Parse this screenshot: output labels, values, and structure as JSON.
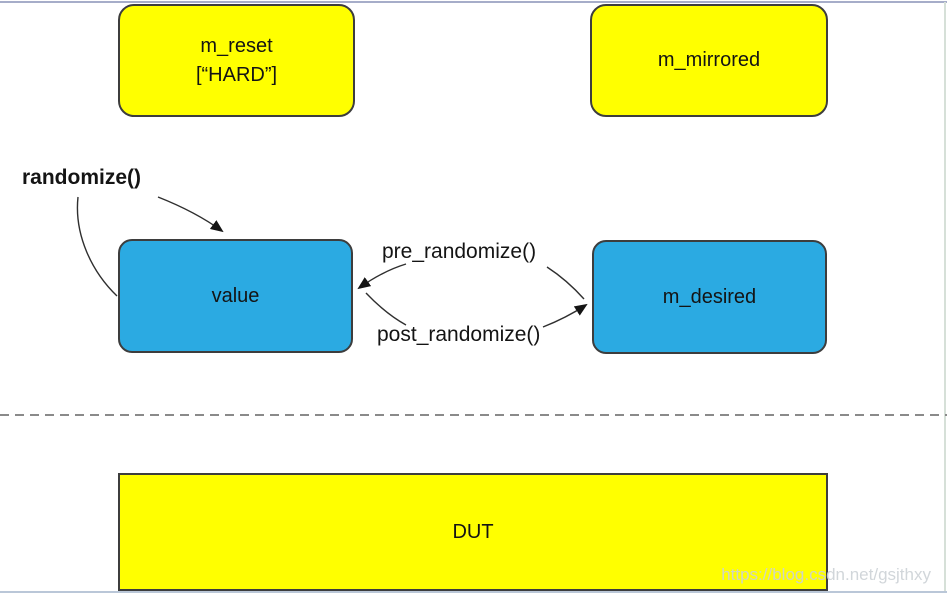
{
  "colors": {
    "yellow": "#ffff00",
    "blue": "#2baae2",
    "box_border": "#3d3d3d",
    "line": "#2f2f2f",
    "dash": "#8a8a8a",
    "frame_top": "#a6adc9",
    "frame_bottom": "#bac7d8",
    "frame_right": "#d6e0d8",
    "watermark": "#cdd2d6"
  },
  "boxes": {
    "m_reset": {
      "line1": "m_reset",
      "line2": "[“HARD”]"
    },
    "m_mirrored": {
      "label": "m_mirrored"
    },
    "value": {
      "label": "value"
    },
    "m_desired": {
      "label": "m_desired"
    },
    "dut": {
      "label": "DUT"
    }
  },
  "labels": {
    "randomize": "randomize()",
    "pre_randomize": "pre_randomize()",
    "post_randomize": "post_randomize()"
  },
  "watermark": {
    "text": "https://blog.csdn.net/gsjthxy"
  }
}
